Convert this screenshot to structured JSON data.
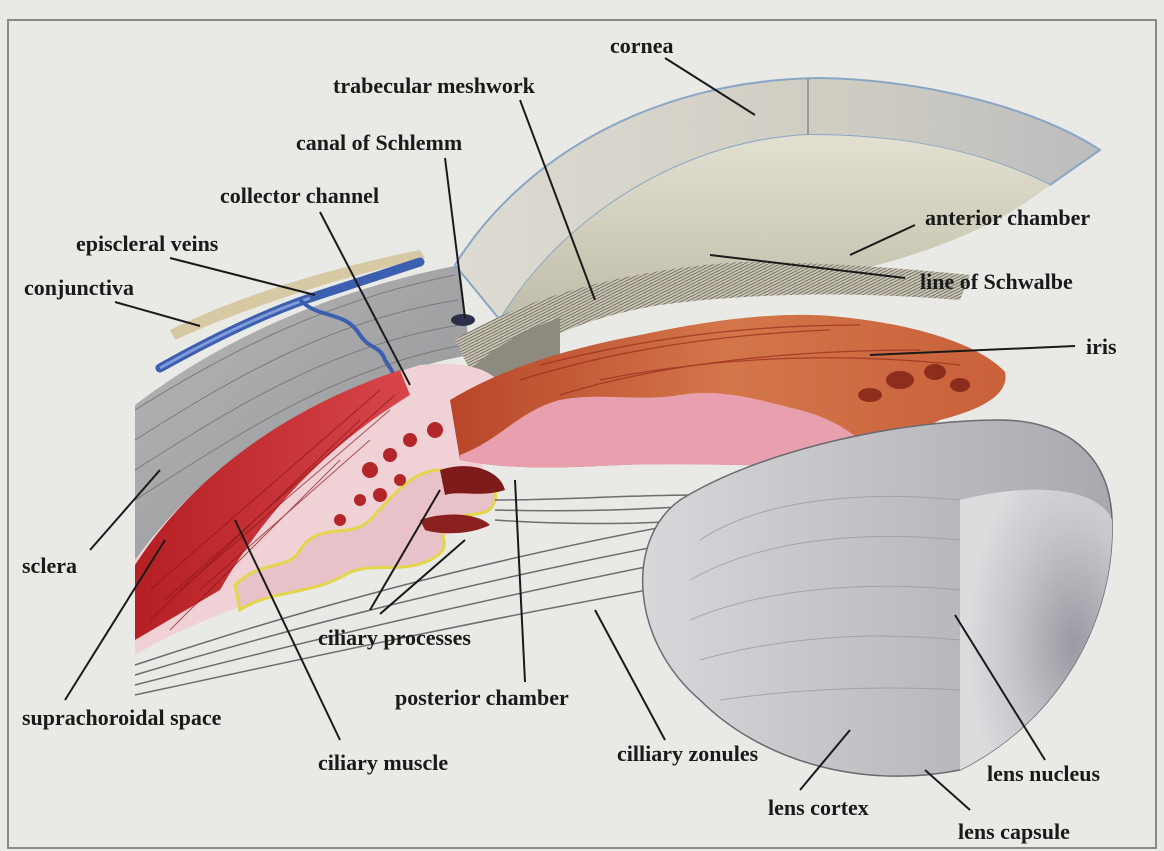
{
  "labels": {
    "cornea": "cornea",
    "trabecular_meshwork": "trabecular meshwork",
    "canal_of_schlemm": "canal of Schlemm",
    "collector_channel": "collector channel",
    "episcleral_veins": "episcleral veins",
    "conjunctiva": "conjunctiva",
    "anterior_chamber": "anterior chamber",
    "line_of_schwalbe": "line of Schwalbe",
    "iris": "iris",
    "sclera": "sclera",
    "ciliary_processes": "ciliary processes",
    "posterior_chamber": "posterior chamber",
    "suprachoroidal_space": "suprachoroidal space",
    "ciliary_muscle": "ciliary muscle",
    "cilliary_zonules": "cilliary zonules",
    "lens_nucleus": "lens nucleus",
    "lens_cortex": "lens cortex",
    "lens_capsule": "lens capsule"
  },
  "colors": {
    "background": "#e9e9e6",
    "sclera": "#a9a9ab",
    "cornea": "#d9d7cc",
    "iris": "#c9603a",
    "ciliary_muscle": "#c22a2a",
    "ciliary_tissue": "#f0d2d6",
    "veins": "#3c5fb0",
    "lens": "#c8c8cc",
    "leader_line": "#1a1a1a"
  }
}
